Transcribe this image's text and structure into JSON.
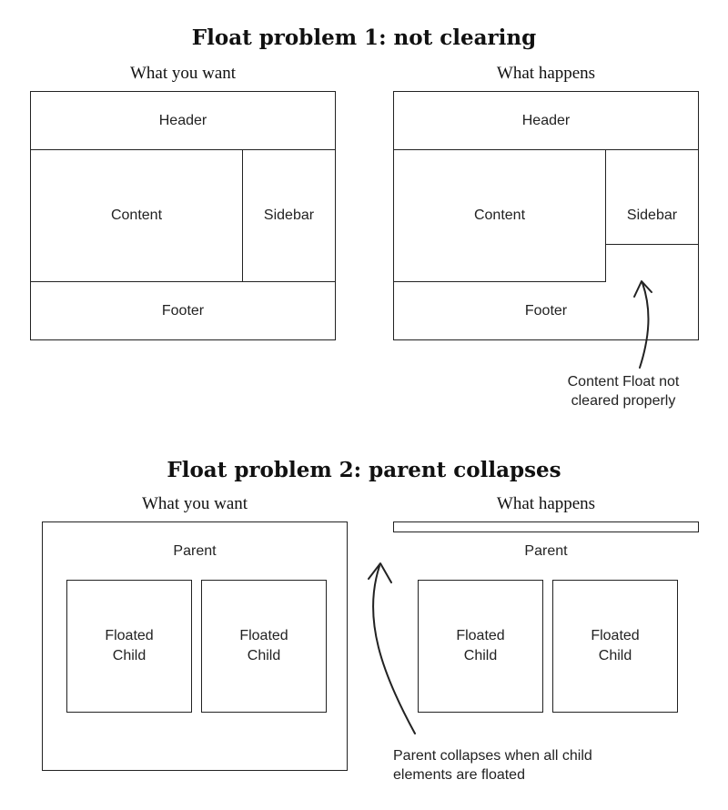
{
  "problem1": {
    "title": "Float problem 1: not clearing",
    "want": {
      "caption": "What you want",
      "header": "Header",
      "content": "Content",
      "sidebar": "Sidebar",
      "footer": "Footer"
    },
    "happens": {
      "caption": "What happens",
      "header": "Header",
      "content": "Content",
      "sidebar": "Sidebar",
      "footer": "Footer",
      "annotation": "Content Float not\ncleared properly"
    }
  },
  "problem2": {
    "title": "Float problem 2: parent collapses",
    "want": {
      "caption": "What you want",
      "parent": "Parent",
      "child1": "Floated\nChild",
      "child2": "Floated\nChild"
    },
    "happens": {
      "caption": "What happens",
      "parent": "Parent",
      "child1": "Floated\nChild",
      "child2": "Floated\nChild",
      "annotation": "Parent collapses when all child\nelements are floated"
    }
  }
}
